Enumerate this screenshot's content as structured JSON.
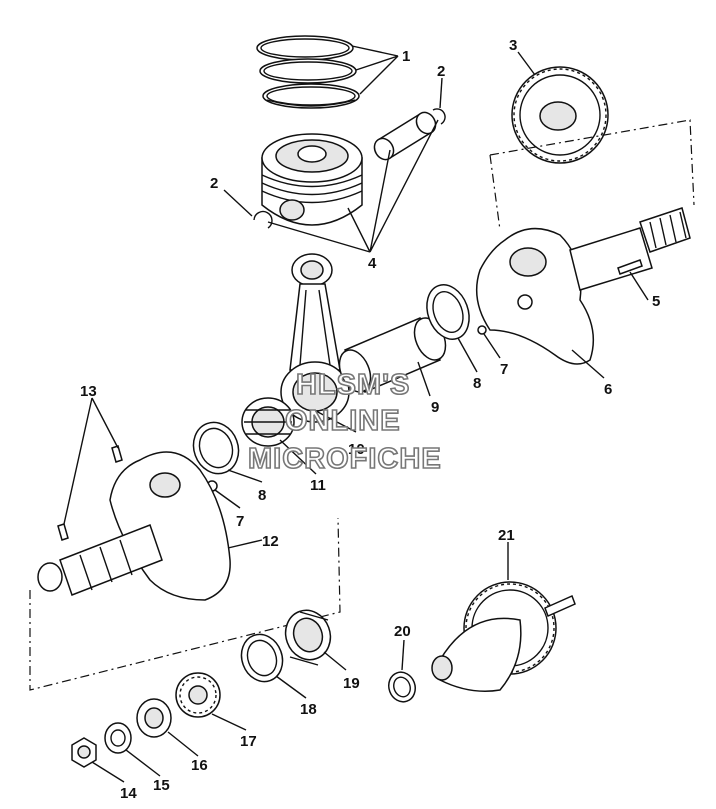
{
  "diagram": {
    "labels": [
      "1",
      "2",
      "3",
      "2",
      "4",
      "5",
      "7",
      "8",
      "6",
      "9",
      "13",
      "10",
      "11",
      "8",
      "7",
      "12",
      "21",
      "20",
      "19",
      "18",
      "17",
      "16",
      "15",
      "14"
    ],
    "watermark": [
      "HLSM'S",
      "ONLINE",
      "MICROFICHE"
    ]
  }
}
